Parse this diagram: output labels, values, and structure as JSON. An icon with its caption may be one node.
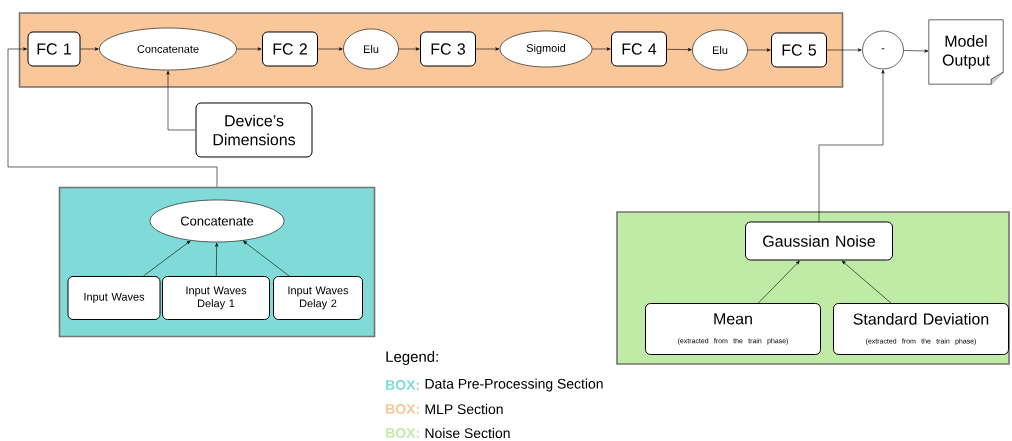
{
  "diagram": {
    "nodes": [
      {
        "text": [],
        "shape": "box"
      },
      {
        "text": [
          "FC 1"
        ],
        "in": 0
      },
      {
        "text": [
          "Concatenate"
        ],
        "in": 0
      },
      {
        "text": [
          "FC 2"
        ],
        "in": 0
      },
      {
        "text": [
          "Elu"
        ],
        "in": 0
      },
      {
        "text": [
          "FC 3"
        ],
        "in": 0
      },
      {
        "text": [
          "Sigmoid"
        ],
        "in": 0
      },
      {
        "text": [
          "FC 4"
        ],
        "in": 0
      },
      {
        "text": [
          "Elu"
        ],
        "in": 0
      },
      {
        "text": [
          "FC 5"
        ],
        "in": 0
      },
      {
        "text": [
          "-"
        ]
      },
      {
        "text": [
          "Model Output"
        ]
      },
      {
        "text": [
          "Device’s Dimensions"
        ]
      },
      {
        "text": [],
        "shape": "box"
      },
      {
        "text": [
          "Concatenate"
        ],
        "in": 13
      },
      {
        "text": [
          "Input Waves"
        ],
        "in": 13
      },
      {
        "text": [
          "Input Waves Delay 1"
        ],
        "in": 13
      },
      {
        "text": [
          "Input Waves Delay 2"
        ],
        "in": 13
      },
      {
        "text": [],
        "shape": "box"
      },
      {
        "text": [
          "Gaussian Noise"
        ],
        "in": 18
      },
      {
        "text": [
          "Mean",
          "(extracted from the train phase)"
        ],
        "in": 18
      },
      {
        "text": [
          "Standard Deviation",
          "(extracted from the train phase)"
        ],
        "in": 18
      }
    ],
    "edges": [
      {
        "from": 1,
        "to": 2,
        "arrow": "to"
      },
      {
        "from": 2,
        "to": 3,
        "arrow": "to"
      },
      {
        "from": 3,
        "to": 4,
        "arrow": "to"
      },
      {
        "from": 4,
        "to": 5,
        "arrow": "to"
      },
      {
        "from": 5,
        "to": 6,
        "arrow": "to"
      },
      {
        "from": 6,
        "to": 7,
        "arrow": "to"
      },
      {
        "from": 7,
        "to": 8,
        "arrow": "to"
      },
      {
        "from": 8,
        "to": 9,
        "arrow": "to"
      },
      {
        "from": 9,
        "to": 10,
        "arrow": "to"
      },
      {
        "from": 10,
        "to": 11,
        "arrow": "to"
      },
      {
        "from": 12,
        "to": 2,
        "arrow": "to"
      },
      {
        "from": 13,
        "to": 1,
        "arrow": "to"
      },
      {
        "from": 15,
        "to": 14,
        "arrow": "to"
      },
      {
        "from": 16,
        "to": 14,
        "arrow": "to"
      },
      {
        "from": 17,
        "to": 14,
        "arrow": "to"
      },
      {
        "from": 19,
        "to": 10,
        "arrow": "to"
      },
      {
        "from": 20,
        "to": 19,
        "arrow": "to"
      },
      {
        "from": 21,
        "to": 19,
        "arrow": "to"
      }
    ],
    "labels": [
      "Legend:",
      "BOX:",
      "BOX:",
      "BOX:"
    ],
    "legend": [
      {
        "text": "Data Pre-Processing Section",
        "color": "#80dbd8"
      },
      {
        "text": "MLP Section",
        "color": "#f9c799"
      },
      {
        "text": "Noise Section",
        "color": "#bfeba6"
      }
    ]
  }
}
